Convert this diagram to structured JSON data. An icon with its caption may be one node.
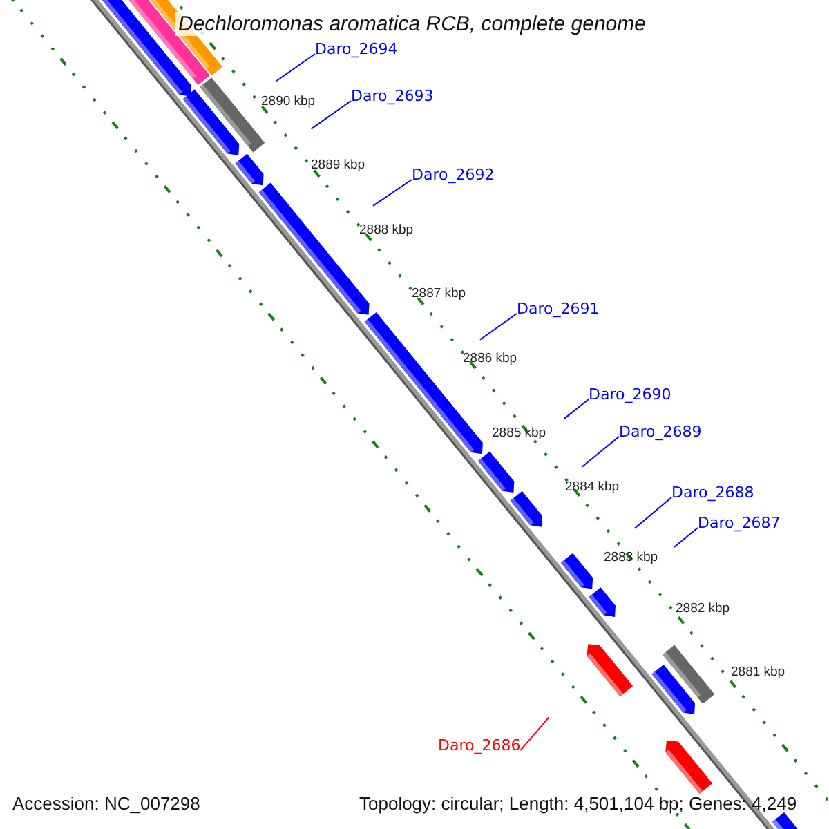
{
  "diagram": {
    "title": "Dechloromonas aromatica RCB, complete genome",
    "nodes": [
      {
        "text": [
          "Daro_2694"
        ]
      },
      {
        "text": [
          "Daro_2693"
        ]
      },
      {
        "text": [
          "Daro_2692"
        ]
      },
      {
        "text": [
          "Daro_2691"
        ]
      },
      {
        "text": [
          "Daro_2690"
        ]
      },
      {
        "text": [
          "Daro_2689"
        ]
      },
      {
        "text": [
          "Daro_2688"
        ]
      },
      {
        "text": [
          "Daro_2687"
        ]
      },
      {
        "text": [
          "Daro_2686"
        ]
      }
    ],
    "edges": [
      {
        "from": 0,
        "to": null,
        "arrow": "none"
      },
      {
        "from": 1,
        "to": null,
        "arrow": "none"
      },
      {
        "from": 2,
        "to": null,
        "arrow": "none"
      },
      {
        "from": 3,
        "to": null,
        "arrow": "none"
      },
      {
        "from": 4,
        "to": null,
        "arrow": "none"
      },
      {
        "from": 5,
        "to": null,
        "arrow": "none"
      },
      {
        "from": 6,
        "to": null,
        "arrow": "none"
      },
      {
        "from": 7,
        "to": null,
        "arrow": "none"
      },
      {
        "from": 8,
        "to": null,
        "arrow": "none",
        "color": "#ff0000"
      }
    ],
    "labels": [
      "2890 kbp",
      "2889 kbp",
      "2888 kbp",
      "2887 kbp",
      "2886 kbp",
      "2885 kbp",
      "2884 kbp",
      "2883 kbp",
      "2882 kbp",
      "2881 kbp",
      "Accession: NC_007298",
      "Topology: circular; Length: 4,501,104 bp; Genes: 4,249"
    ]
  }
}
